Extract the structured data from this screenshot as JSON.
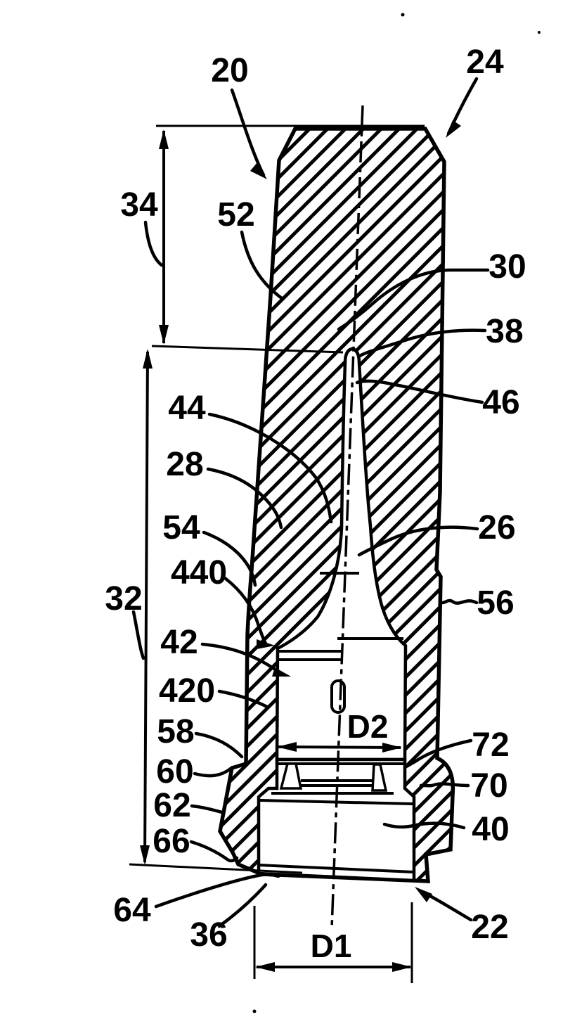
{
  "drawing": {
    "kind": "patent cross-section figure",
    "paper_color": "#ffffff",
    "ink_color": "#000000"
  },
  "ref_labels": {
    "20": "20",
    "22": "22",
    "24": "24",
    "26": "26",
    "28": "28",
    "30": "30",
    "32": "32",
    "34": "34",
    "36": "36",
    "38": "38",
    "40": "40",
    "42": "42",
    "44": "44",
    "46": "46",
    "52": "52",
    "54": "54",
    "56": "56",
    "58": "58",
    "60": "60",
    "62": "62",
    "64": "64",
    "66": "66",
    "70": "70",
    "72": "72",
    "420": "420",
    "440": "440"
  },
  "dim_labels": {
    "D1": "D1",
    "D2": "D2"
  }
}
